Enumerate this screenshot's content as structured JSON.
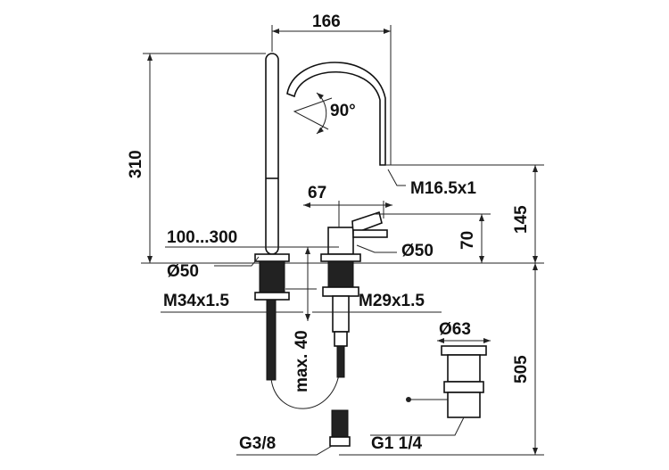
{
  "drawing": {
    "dimensions": {
      "spout_reach": "166",
      "spout_rotation": "90°",
      "total_height": "310",
      "spout_thread": "M16.5x1",
      "lever_reach": "67",
      "spout_outlet_height": "145",
      "lever_height": "70",
      "spacing": "100...300",
      "spout_base_diameter": "Ø50",
      "lever_base_diameter": "Ø50",
      "spout_shank_thread": "M34x1.5",
      "lever_shank_thread": "M29x1.5",
      "max_deck_thickness": "max. 40",
      "waste_diameter": "Ø63",
      "below_deck_depth": "505",
      "hose_connection": "G3/8",
      "waste_connection": "G1 1/4"
    }
  }
}
